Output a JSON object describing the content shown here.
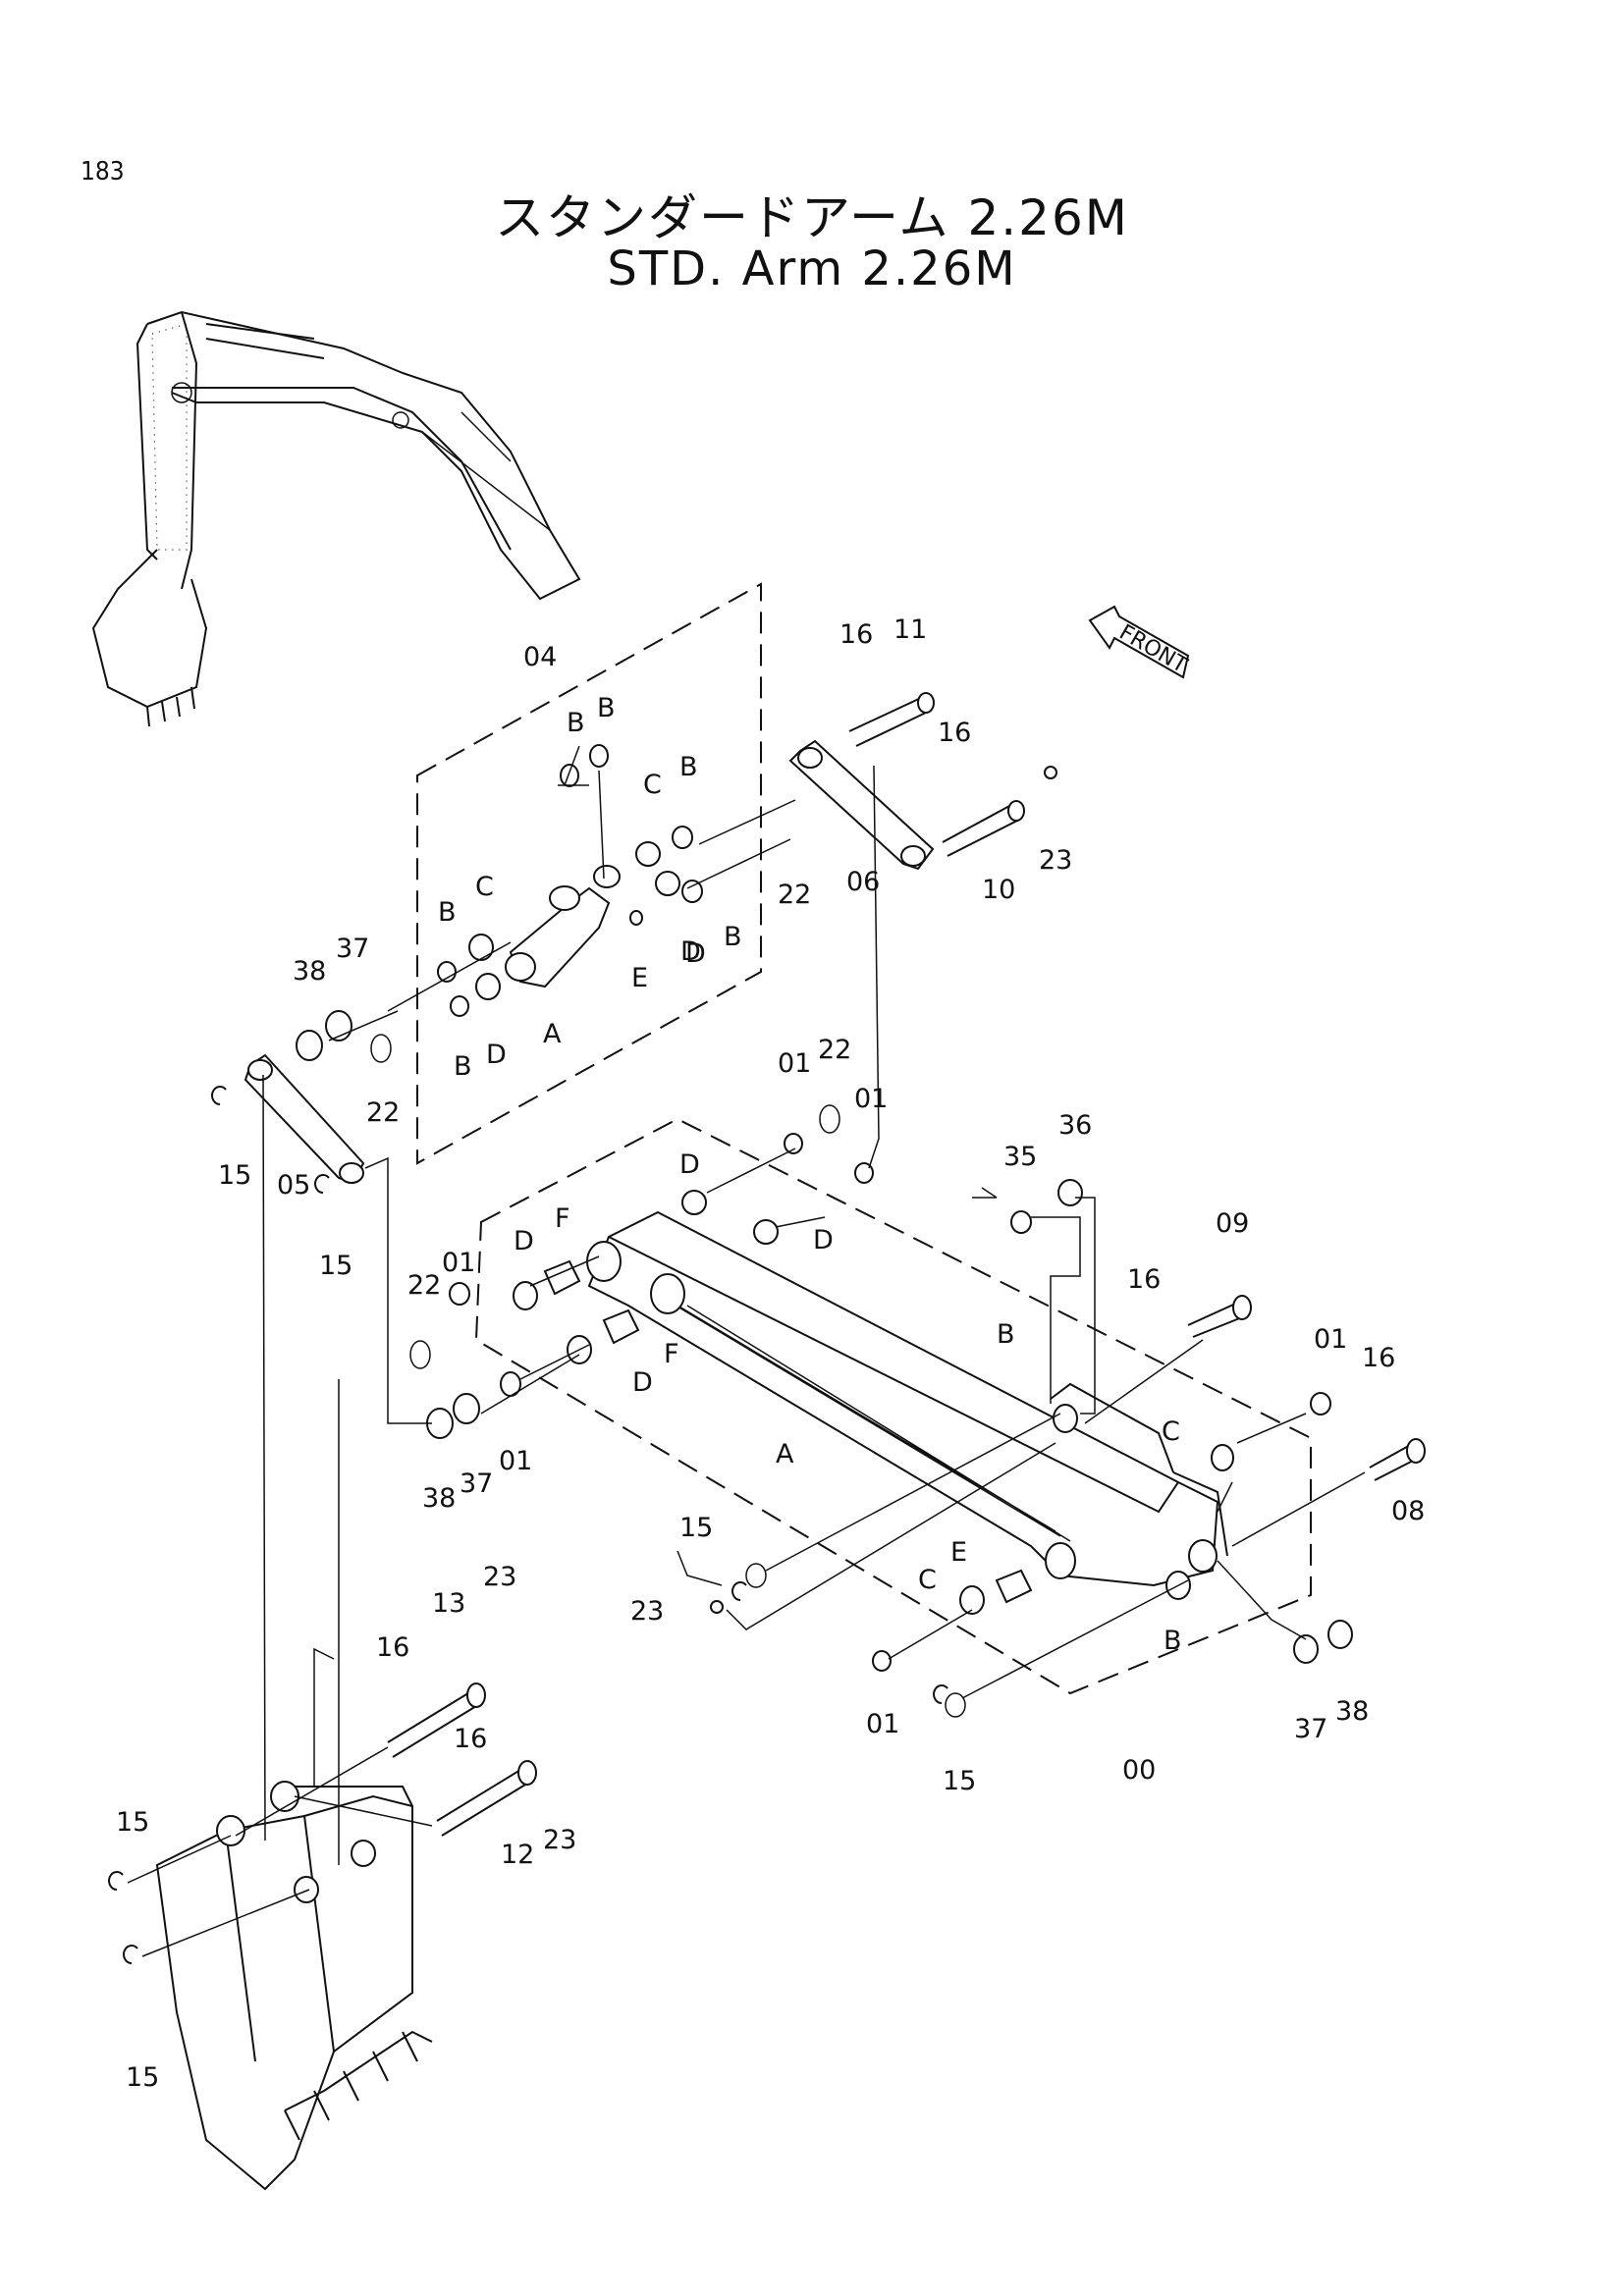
{
  "page_number": "183",
  "title_ja": "スタンダードアーム 2.26M",
  "title_en": "STD. Arm 2.26M",
  "front_label": "FRONT",
  "callouts": [
    {
      "id": "c04",
      "text": "04"
    },
    {
      "id": "c16a",
      "text": "16"
    },
    {
      "id": "c11",
      "text": "11"
    },
    {
      "id": "c16b",
      "text": "16"
    },
    {
      "id": "cB1",
      "text": "B"
    },
    {
      "id": "cB2",
      "text": "B"
    },
    {
      "id": "cC1",
      "text": "C"
    },
    {
      "id": "cB3",
      "text": "B"
    },
    {
      "id": "c22a",
      "text": "22"
    },
    {
      "id": "c06",
      "text": "06"
    },
    {
      "id": "c10",
      "text": "10"
    },
    {
      "id": "c23a",
      "text": "23"
    },
    {
      "id": "cB4",
      "text": "B"
    },
    {
      "id": "cC2",
      "text": "C"
    },
    {
      "id": "cD1",
      "text": "D"
    },
    {
      "id": "cB5",
      "text": "B"
    },
    {
      "id": "cE1",
      "text": "E"
    },
    {
      "id": "cD2",
      "text": "D"
    },
    {
      "id": "c38a",
      "text": "38"
    },
    {
      "id": "c37a",
      "text": "37"
    },
    {
      "id": "cB6",
      "text": "B"
    },
    {
      "id": "cD3",
      "text": "D"
    },
    {
      "id": "cA1",
      "text": "A"
    },
    {
      "id": "c22b",
      "text": "22"
    },
    {
      "id": "c15a",
      "text": "15"
    },
    {
      "id": "c05",
      "text": "05"
    },
    {
      "id": "c15b",
      "text": "15"
    },
    {
      "id": "c01a",
      "text": "01"
    },
    {
      "id": "c22c",
      "text": "22"
    },
    {
      "id": "c01b",
      "text": "01"
    },
    {
      "id": "cD4",
      "text": "D"
    },
    {
      "id": "cD5",
      "text": "D"
    },
    {
      "id": "cD6",
      "text": "D"
    },
    {
      "id": "cF1",
      "text": "F"
    },
    {
      "id": "c35",
      "text": "35"
    },
    {
      "id": "c36",
      "text": "36"
    },
    {
      "id": "c09",
      "text": "09"
    },
    {
      "id": "c16c",
      "text": "16"
    },
    {
      "id": "c22d",
      "text": "22"
    },
    {
      "id": "c01c",
      "text": "01"
    },
    {
      "id": "cF2",
      "text": "F"
    },
    {
      "id": "cD7",
      "text": "D"
    },
    {
      "id": "cB7",
      "text": "B"
    },
    {
      "id": "c01d",
      "text": "01"
    },
    {
      "id": "c16d",
      "text": "16"
    },
    {
      "id": "cC3",
      "text": "C"
    },
    {
      "id": "c08",
      "text": "08"
    },
    {
      "id": "c38b",
      "text": "38"
    },
    {
      "id": "c37b",
      "text": "37"
    },
    {
      "id": "c01e",
      "text": "01"
    },
    {
      "id": "cA2",
      "text": "A"
    },
    {
      "id": "c15c",
      "text": "15"
    },
    {
      "id": "cE2",
      "text": "E"
    },
    {
      "id": "cC4",
      "text": "C"
    },
    {
      "id": "c23b",
      "text": "23"
    },
    {
      "id": "cB8",
      "text": "B"
    },
    {
      "id": "c37c",
      "text": "37"
    },
    {
      "id": "c38c",
      "text": "38"
    },
    {
      "id": "c01f",
      "text": "01"
    },
    {
      "id": "c15d",
      "text": "15"
    },
    {
      "id": "c00",
      "text": "00"
    },
    {
      "id": "c23c",
      "text": "23"
    },
    {
      "id": "c13",
      "text": "13"
    },
    {
      "id": "c16e",
      "text": "16"
    },
    {
      "id": "c16f",
      "text": "16"
    },
    {
      "id": "c23d",
      "text": "23"
    },
    {
      "id": "c12",
      "text": "12"
    },
    {
      "id": "c15e",
      "text": "15"
    },
    {
      "id": "c15f",
      "text": "15"
    }
  ]
}
